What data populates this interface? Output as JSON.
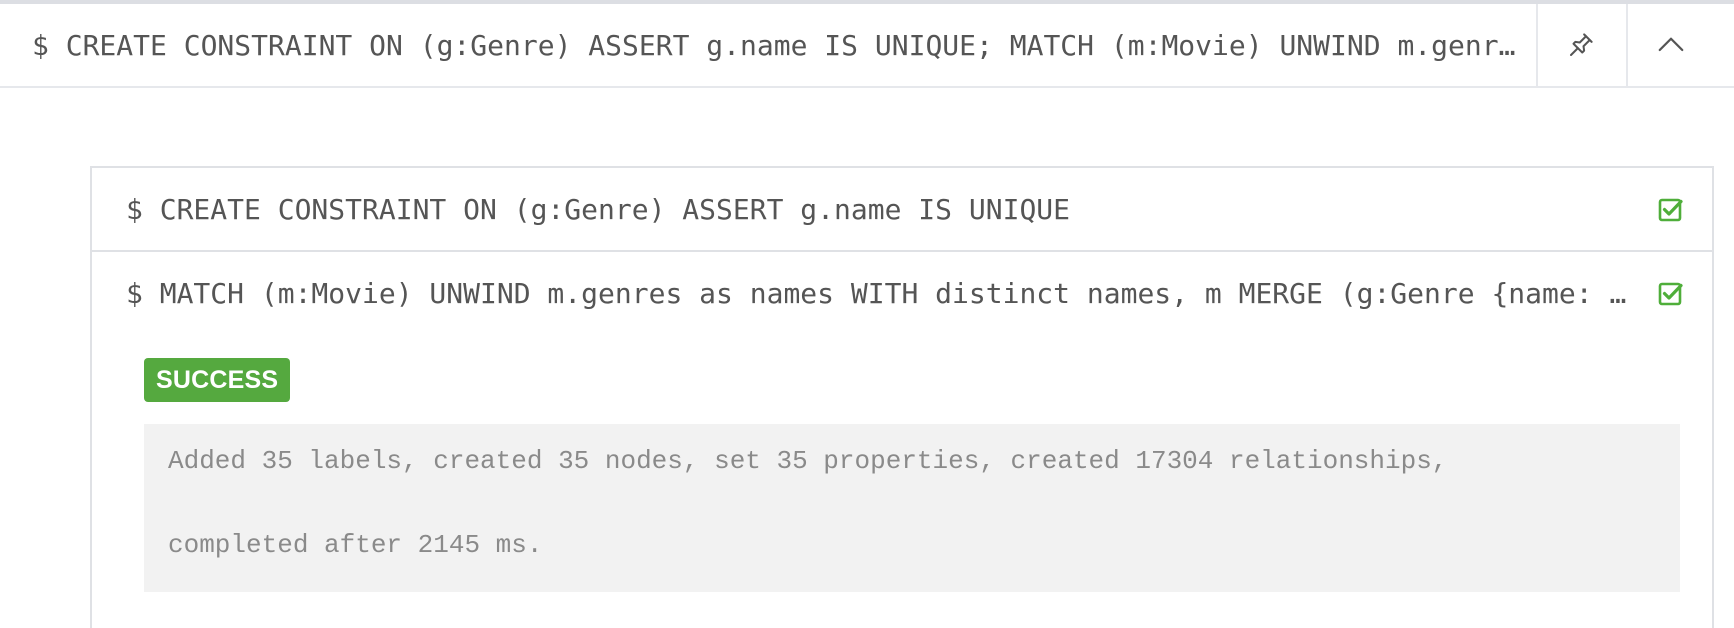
{
  "frame": {
    "command": "$ CREATE CONSTRAINT ON (g:Genre) ASSERT g.name IS UNIQUE; MATCH (m:Movie) UNWIND m.genres as names WITH distinct names, m MERGE (g:Genre {name: names}) MERGE (m)-[:IN_GENRE]->(g)",
    "pin_icon": "pin-icon",
    "collapse_icon": "chevron-up-icon"
  },
  "statements": [
    {
      "text": "$ CREATE CONSTRAINT ON (g:Genre) ASSERT g.name IS UNIQUE",
      "status_icon": "checkbox-checked-icon"
    },
    {
      "text": "$ MATCH (m:Movie) UNWIND m.genres as names WITH distinct names, m MERGE (g:Genre {name: names}) MERGE (m)-[:IN_GENRE]->(g)",
      "status_icon": "checkbox-checked-icon",
      "badge": "SUCCESS",
      "result_line1": "Added 35 labels, created 35 nodes, set 35 properties, created 17304 relationships,",
      "result_line2": "completed after 2145 ms."
    }
  ],
  "colors": {
    "success": "#55a93f",
    "check": "#4fae3a",
    "result_bg": "#f2f2f2"
  }
}
